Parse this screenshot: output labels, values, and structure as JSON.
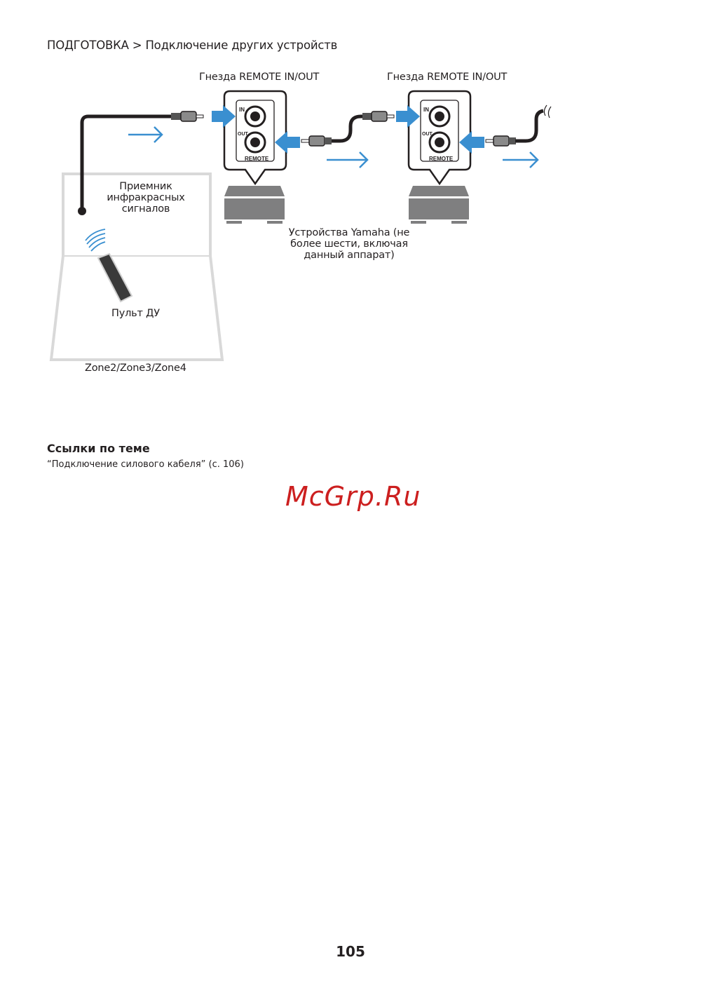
{
  "breadcrumb": {
    "section": "ПОДГОТОВКА",
    "separator": ">",
    "page": "Подключение других устройств"
  },
  "diagram": {
    "jack_label_1": "Гнезда REMOTE IN/OUT",
    "jack_label_2": "Гнезда REMOTE IN/OUT",
    "panel_in": "IN",
    "panel_out": "OUT",
    "panel_remote": "REMOTE",
    "ir_receiver": [
      "Приемник",
      "инфракрасных",
      "сигналов"
    ],
    "devices": [
      "Устройства Yamaha (не",
      "более шести, включая",
      "данный аппарат)"
    ],
    "remote_control": "Пульт ДУ",
    "zones": "Zone2/Zone3/Zone4",
    "colors": {
      "arrow": "#3a8fd0",
      "device": "#7f7f80",
      "room": "#d9d9d9",
      "cable": "#231f20"
    }
  },
  "related": {
    "heading": "Ссылки по теме",
    "links": [
      "“Подключение силового кабеля” (с. 106)"
    ]
  },
  "watermark": "McGrp.Ru",
  "page_number": "105"
}
